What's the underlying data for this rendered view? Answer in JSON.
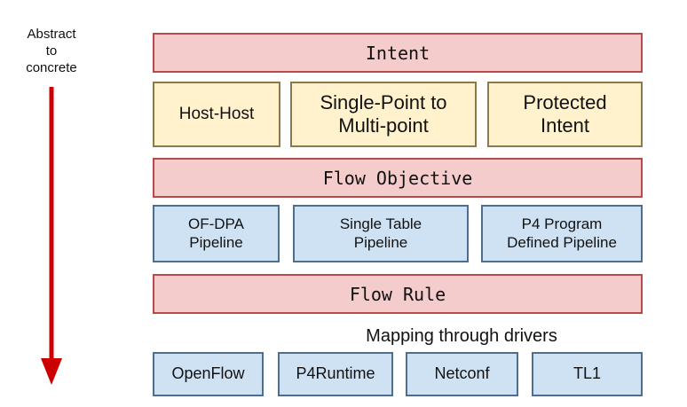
{
  "side_label": {
    "line1": "Abstract",
    "line2": "to",
    "line3": "concrete"
  },
  "layers": {
    "intent": "Intent",
    "flow_objective": "Flow Objective",
    "flow_rule": "Flow Rule"
  },
  "intents": {
    "host_host": "Host-Host",
    "single_point_line1": "Single-Point to",
    "single_point_line2": "Multi-point",
    "protected_line1": "Protected",
    "protected_line2": "Intent"
  },
  "pipelines": {
    "ofdpa_line1": "OF-DPA",
    "ofdpa_line2": "Pipeline",
    "single_table_line1": "Single Table",
    "single_table_line2": "Pipeline",
    "p4_line1": "P4 Program",
    "p4_line2": "Defined Pipeline"
  },
  "mapping_label": "Mapping through drivers",
  "drivers": {
    "openflow": "OpenFlow",
    "p4runtime": "P4Runtime",
    "netconf": "Netconf",
    "tl1": "TL1"
  },
  "colors": {
    "layer_fill": "#f4cccc",
    "layer_border": "#b84a4a",
    "intent_fill": "#fff2cc",
    "pipeline_fill": "#cfe2f3",
    "arrow": "#cc0000"
  }
}
